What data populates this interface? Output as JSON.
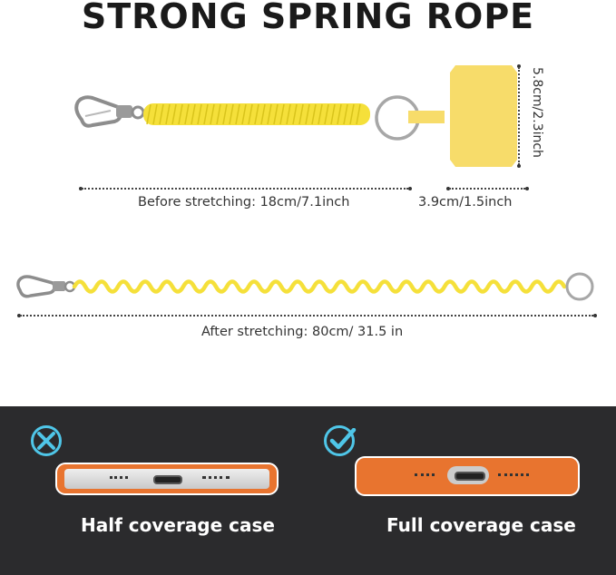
{
  "title": "STRONG SPRING ROPE",
  "dimensions": {
    "height": "5.8cm/2.3inch",
    "before_stretching": "Before stretching: 18cm/7.1inch",
    "tab_width": "3.9cm/1.5inch",
    "after_stretching": "After stretching: 80cm/ 31.5 in"
  },
  "cases": {
    "half_label": "Half coverage case",
    "full_label": "Full coverage case"
  },
  "colors": {
    "rope_yellow": "#f5e03a",
    "tab_yellow": "#f7dc6a",
    "case_orange": "#e8742f",
    "badge_blue": "#4fc6e8",
    "dark_panel": "#2b2b2d"
  },
  "icons": {
    "half_badge": "cross-check-icon",
    "full_badge": "check-icon"
  }
}
